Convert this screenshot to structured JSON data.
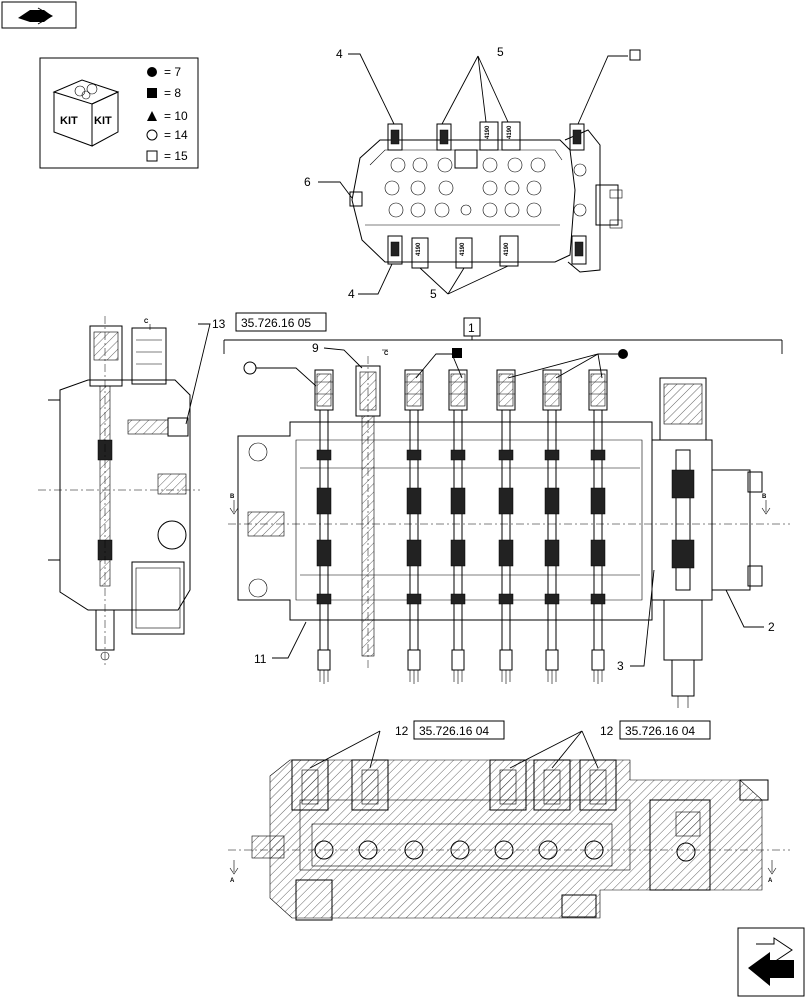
{
  "legend": {
    "kit_word": "KIT",
    "items": [
      {
        "symbol": "filled-circle",
        "text": "= 7"
      },
      {
        "symbol": "filled-square",
        "text": "= 8"
      },
      {
        "symbol": "filled-triangle",
        "text": "= 10"
      },
      {
        "symbol": "open-circle",
        "text": "= 14"
      },
      {
        "symbol": "open-square",
        "text": "= 15"
      }
    ]
  },
  "top_view": {
    "callouts": {
      "c4_top": "4",
      "c5_top": "5",
      "c6": "6",
      "c4_bottom": "4",
      "c5_bottom": "5"
    },
    "plug_code": "4190"
  },
  "front_view": {
    "callouts": {
      "c13": "13",
      "c13_ref": "35.726.16 05",
      "c1": "1",
      "c9": "9",
      "c11": "11",
      "c3": "3",
      "c2": "2"
    },
    "section_marks": {
      "b_left": "B",
      "b_right": "B",
      "c_top": "C"
    }
  },
  "bottom_view": {
    "callouts": {
      "c12_left": "12",
      "c12_left_ref": "35.726.16 04",
      "c12_right": "12",
      "c12_right_ref": "35.726.16 04"
    },
    "section_marks": {
      "a_left": "A",
      "a_right": "A"
    }
  }
}
